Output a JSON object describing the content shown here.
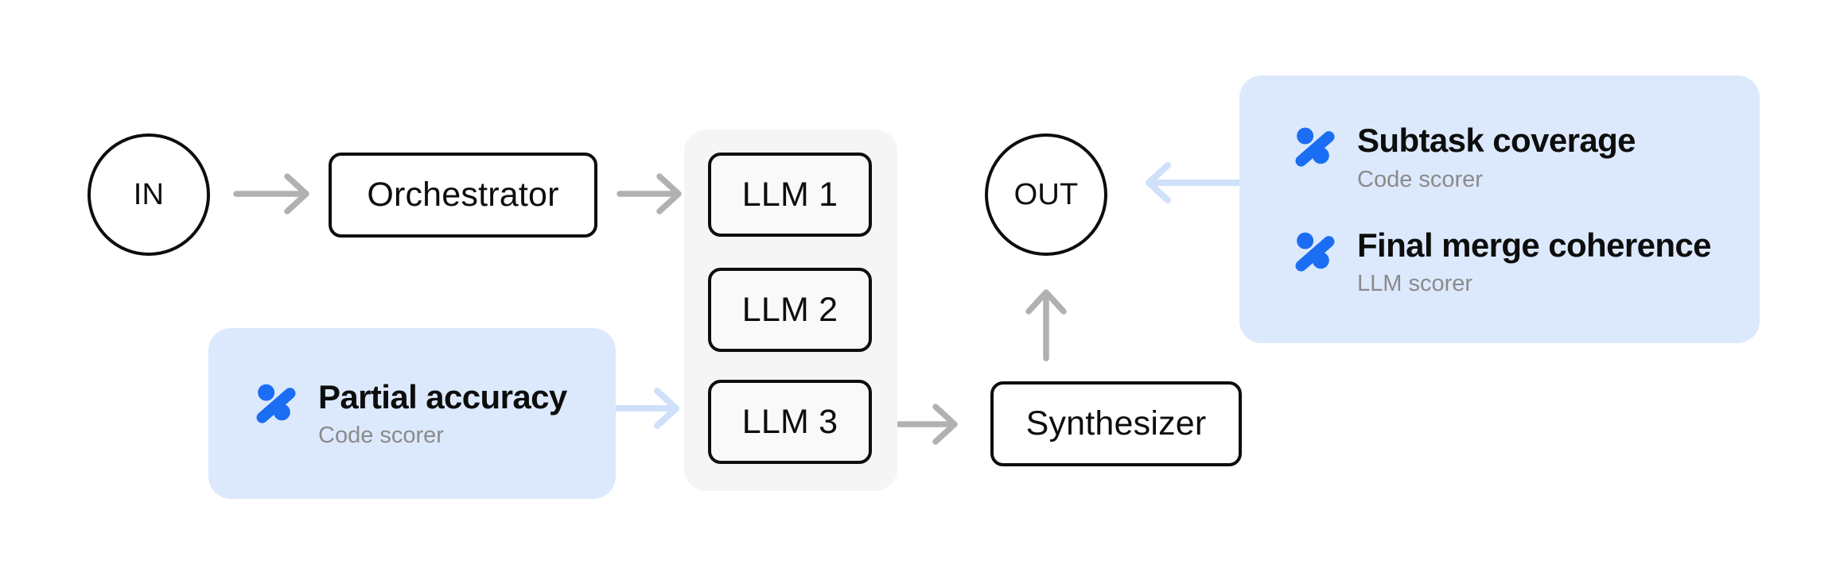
{
  "nodes": {
    "input": {
      "label": "IN"
    },
    "orchestrator": {
      "label": "Orchestrator"
    },
    "llm_1": {
      "label": "LLM 1"
    },
    "llm_2": {
      "label": "LLM 2"
    },
    "llm_3": {
      "label": "LLM 3"
    },
    "synthesizer": {
      "label": "Synthesizer"
    },
    "output": {
      "label": "OUT"
    }
  },
  "scorers": {
    "partial_accuracy": {
      "title": "Partial accuracy",
      "subtitle": "Code scorer",
      "icon": "percent-scorer-icon"
    },
    "subtask_coverage": {
      "title": "Subtask coverage",
      "subtitle": "Code scorer",
      "icon": "percent-scorer-icon"
    },
    "final_merge_coherence": {
      "title": "Final merge coherence",
      "subtitle": "LLM scorer",
      "icon": "percent-scorer-icon"
    }
  },
  "colors": {
    "background": "#ffffff",
    "node_border": "#0d0d0d",
    "node_fill": "#ffffff",
    "llm_group_fill": "#f5f5f5",
    "llm_node_fill": "#f9f9f9",
    "gray_arrow": "#b1b1b1",
    "light_blue_arrow": "#cfe0fa",
    "callout_fill": "#dce9fd",
    "scorer_icon_blue": "#1b6ef3",
    "title_text": "#0d0d0d",
    "subtitle_text": "#8a8a8a"
  }
}
